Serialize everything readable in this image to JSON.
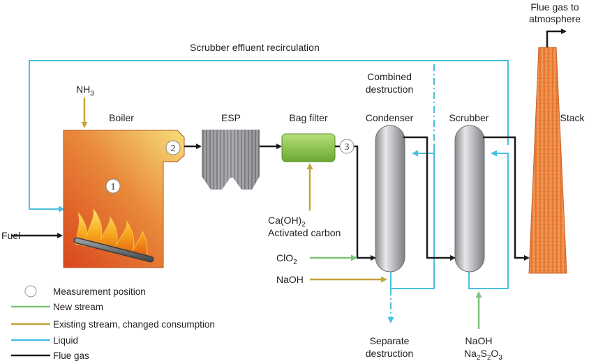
{
  "labels": {
    "recirculation": "Scrubber effluent recirculation",
    "flue_gas_to_line1": "Flue gas to",
    "flue_gas_to_line2": "atmosphere",
    "combined_line1": "Combined",
    "combined_line2": "destruction",
    "nh3_main": "NH",
    "nh3_sub": "3",
    "boiler": "Boiler",
    "esp": "ESP",
    "bag_filter": "Bag filter",
    "condenser": "Condenser",
    "scrubber": "Scrubber",
    "stack": "Stack",
    "fuel": "Fuel",
    "caoh_main": "Ca(OH)",
    "caoh_sub": "2",
    "activated_carbon": "Activated carbon",
    "clo_main": "ClO",
    "clo_sub": "2",
    "naoh_condenser": "NaOH",
    "separate_line1": "Separate",
    "separate_line2": "destruction",
    "naoh_scrubber": "NaOH",
    "na2s2o3_a": "Na",
    "na2s2o3_b": "2",
    "na2s2o3_c": "S",
    "na2s2o3_d": "2",
    "na2s2o3_e": "O",
    "na2s2o3_f": "3"
  },
  "measurement_points": [
    "1",
    "2",
    "3"
  ],
  "legend": {
    "measurement": "Measurement position",
    "new_stream": "New stream",
    "existing_stream": "Existing stream, changed consumption",
    "liquid": "Liquid",
    "flue_gas": "Flue gas"
  },
  "colors": {
    "new_stream": "#7cc47a",
    "existing_stream": "#c4a43c",
    "liquid": "#4bbfe0",
    "flue_gas": "#1a1a1a",
    "stack": "#f08a3c",
    "bag_filter": "#7dbb3e"
  }
}
